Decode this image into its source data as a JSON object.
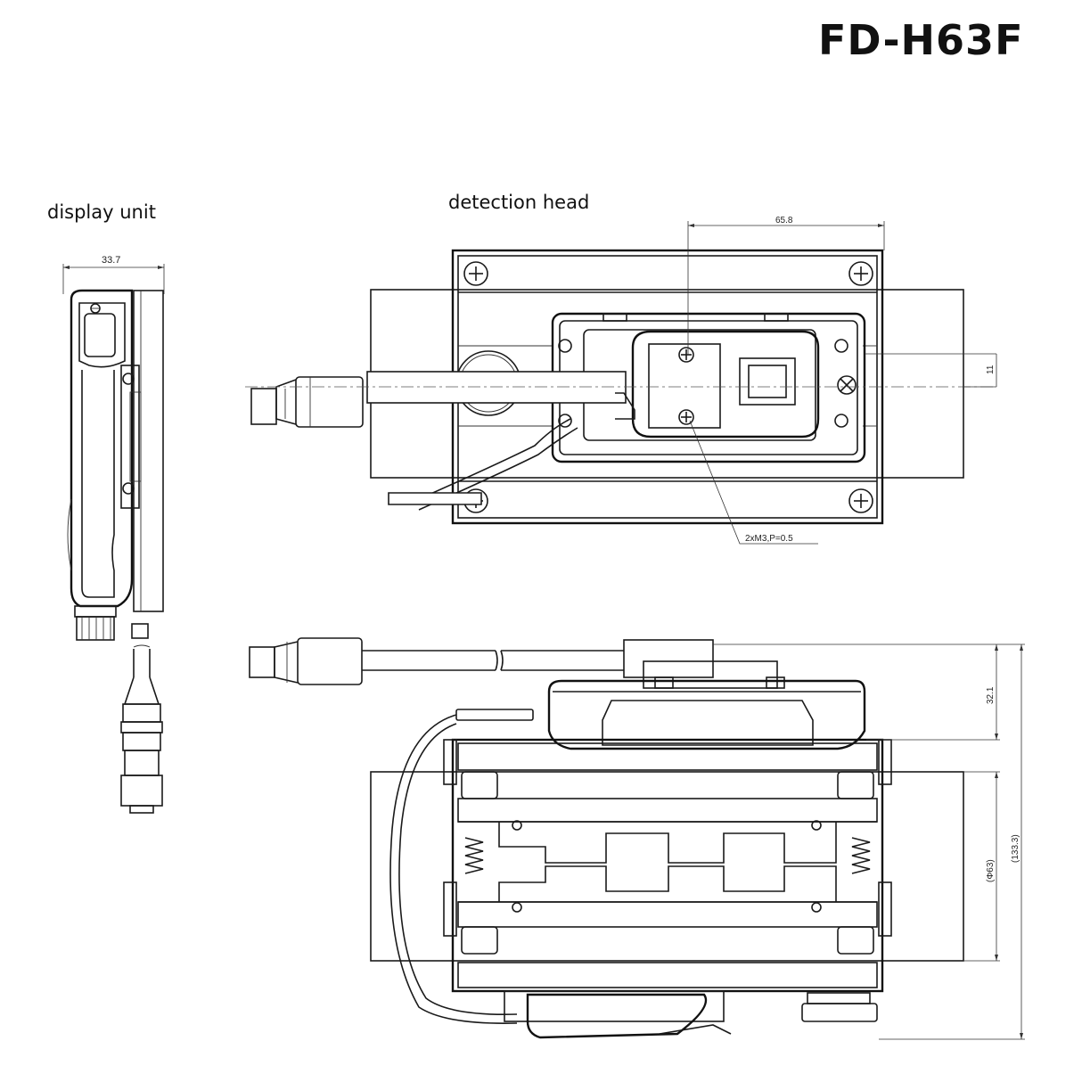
{
  "title": "FD-H63F",
  "captions": {
    "display_unit": "display unit",
    "detection_head": "detection head"
  },
  "dimensions": {
    "display_width": "33.7",
    "head_span": "65.8",
    "offset": "11",
    "thread": "2xM3,P=0.5",
    "top_height": "32.1",
    "pipe_dia": "(Φ63)",
    "total_height": "(133.3)"
  }
}
